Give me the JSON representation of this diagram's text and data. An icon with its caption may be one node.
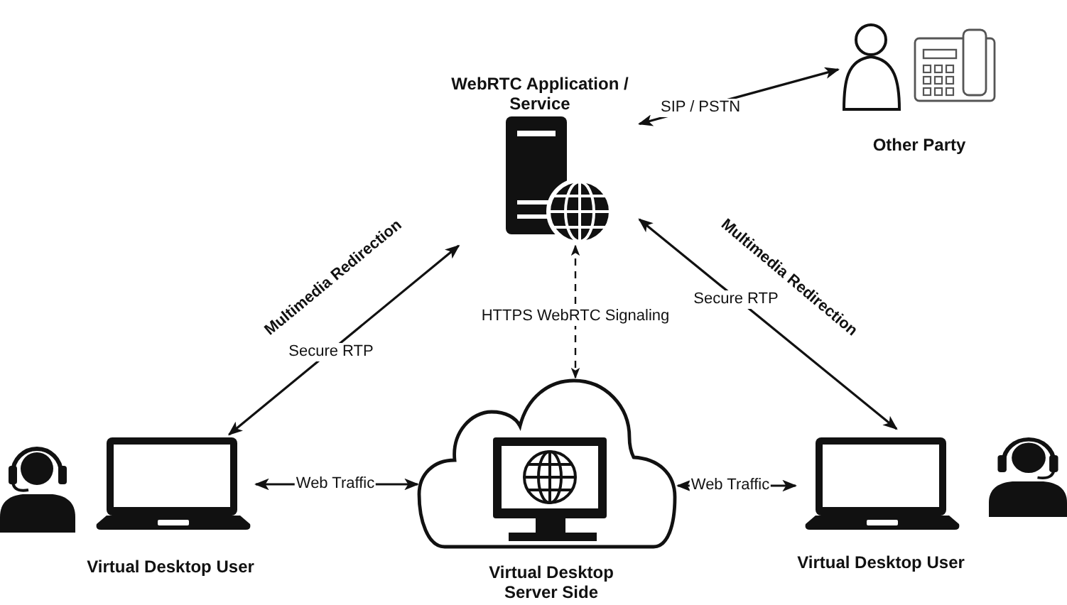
{
  "diagram": {
    "nodes": [
      {
        "text": [
          "WebRTC Application / Service"
        ]
      },
      {
        "text": [
          "Other Party"
        ]
      },
      {
        "text": [
          "Virtual Desktop User"
        ]
      },
      {
        "text": [
          "Virtual Desktop Server Side"
        ]
      },
      {
        "text": [
          "Virtual Desktop User"
        ]
      }
    ],
    "edges": [
      {
        "from": 0,
        "to": 1,
        "arrow": "both",
        "label": "SIP / PSTN"
      },
      {
        "from": 2,
        "to": 0,
        "arrow": "both",
        "label": "Secure RTP"
      },
      {
        "from": 0,
        "to": 4,
        "arrow": "both",
        "label": "Secure RTP"
      },
      {
        "from": 0,
        "to": 3,
        "arrow": "both",
        "label": "HTTPS WebRTC Signaling",
        "style": "dashed"
      },
      {
        "from": 2,
        "to": 3,
        "arrow": "both",
        "label": "Web Traffic"
      },
      {
        "from": 3,
        "to": 4,
        "arrow": "both",
        "label": "Web Traffic"
      }
    ],
    "labels": [
      "Multimedia Redirection",
      "Multimedia Redirection"
    ]
  }
}
